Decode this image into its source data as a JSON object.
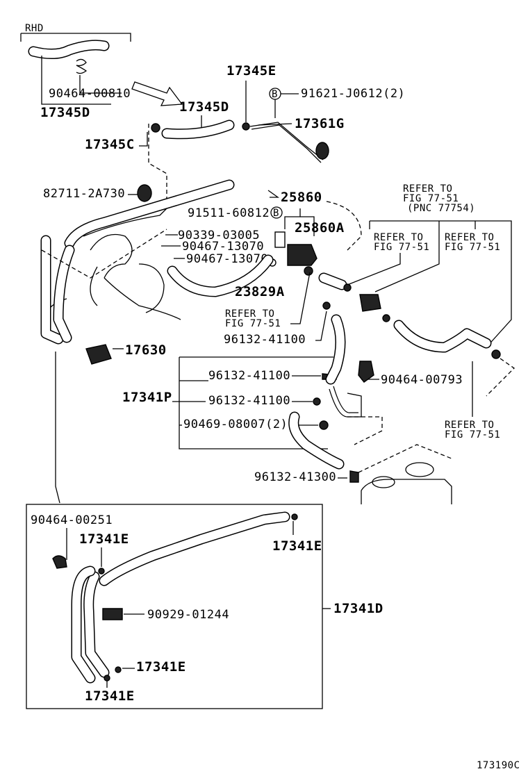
{
  "diagram": {
    "variant_label": "RHD",
    "figure_number": "173190C",
    "callout_circle_letter": "B",
    "parts": [
      {
        "id": "rhd_clip",
        "code": "90464-00810"
      },
      {
        "id": "rhd_hose",
        "code": "17345D"
      },
      {
        "id": "e1",
        "code": "17345E"
      },
      {
        "id": "b_bolt",
        "code": "91621-J0612(2)"
      },
      {
        "id": "hose_d",
        "code": "17345D"
      },
      {
        "id": "hose_g",
        "code": "17361G"
      },
      {
        "id": "c",
        "code": "17345C"
      },
      {
        "id": "cap",
        "code": "82711-2A730"
      },
      {
        "id": "vsv",
        "code": "25860"
      },
      {
        "id": "bolt2",
        "code": "91511-60812"
      },
      {
        "id": "vsv_a",
        "code": "25860A"
      },
      {
        "id": "p90339",
        "code": "90339-03005"
      },
      {
        "id": "p90467a",
        "code": "90467-13070"
      },
      {
        "id": "p90467b",
        "code": "90467-13070"
      },
      {
        "id": "p23829",
        "code": "23829A"
      },
      {
        "id": "p96132a",
        "code": "96132-41100"
      },
      {
        "id": "p17630",
        "code": "17630"
      },
      {
        "id": "p96132b",
        "code": "96132-41100"
      },
      {
        "id": "p90464_793",
        "code": "90464-00793"
      },
      {
        "id": "p17341p",
        "code": "17341P"
      },
      {
        "id": "p96132c",
        "code": "96132-41100"
      },
      {
        "id": "p90469",
        "code": "90469-08007(2)"
      },
      {
        "id": "p96132_300",
        "code": "96132-41300"
      },
      {
        "id": "p90464_251",
        "code": "90464-00251"
      },
      {
        "id": "e_a",
        "code": "17341E"
      },
      {
        "id": "e_b",
        "code": "17341E"
      },
      {
        "id": "p90929",
        "code": "90929-01244"
      },
      {
        "id": "p17341d",
        "code": "17341D"
      },
      {
        "id": "e_c",
        "code": "17341E"
      },
      {
        "id": "e_d",
        "code": "17341E"
      }
    ],
    "references": [
      {
        "line1": "REFER TO",
        "line2": "FIG 77-51",
        "line3": "(PNC 77754)"
      },
      {
        "line1": "REFER TO",
        "line2": "FIG 77-51"
      },
      {
        "line1": "REFER TO",
        "line2": "FIG 77-51"
      },
      {
        "line1": "REFER TO",
        "line2": "FIG 77-51"
      },
      {
        "line1": "REFER TO",
        "line2": "FIG 77-51"
      }
    ]
  }
}
